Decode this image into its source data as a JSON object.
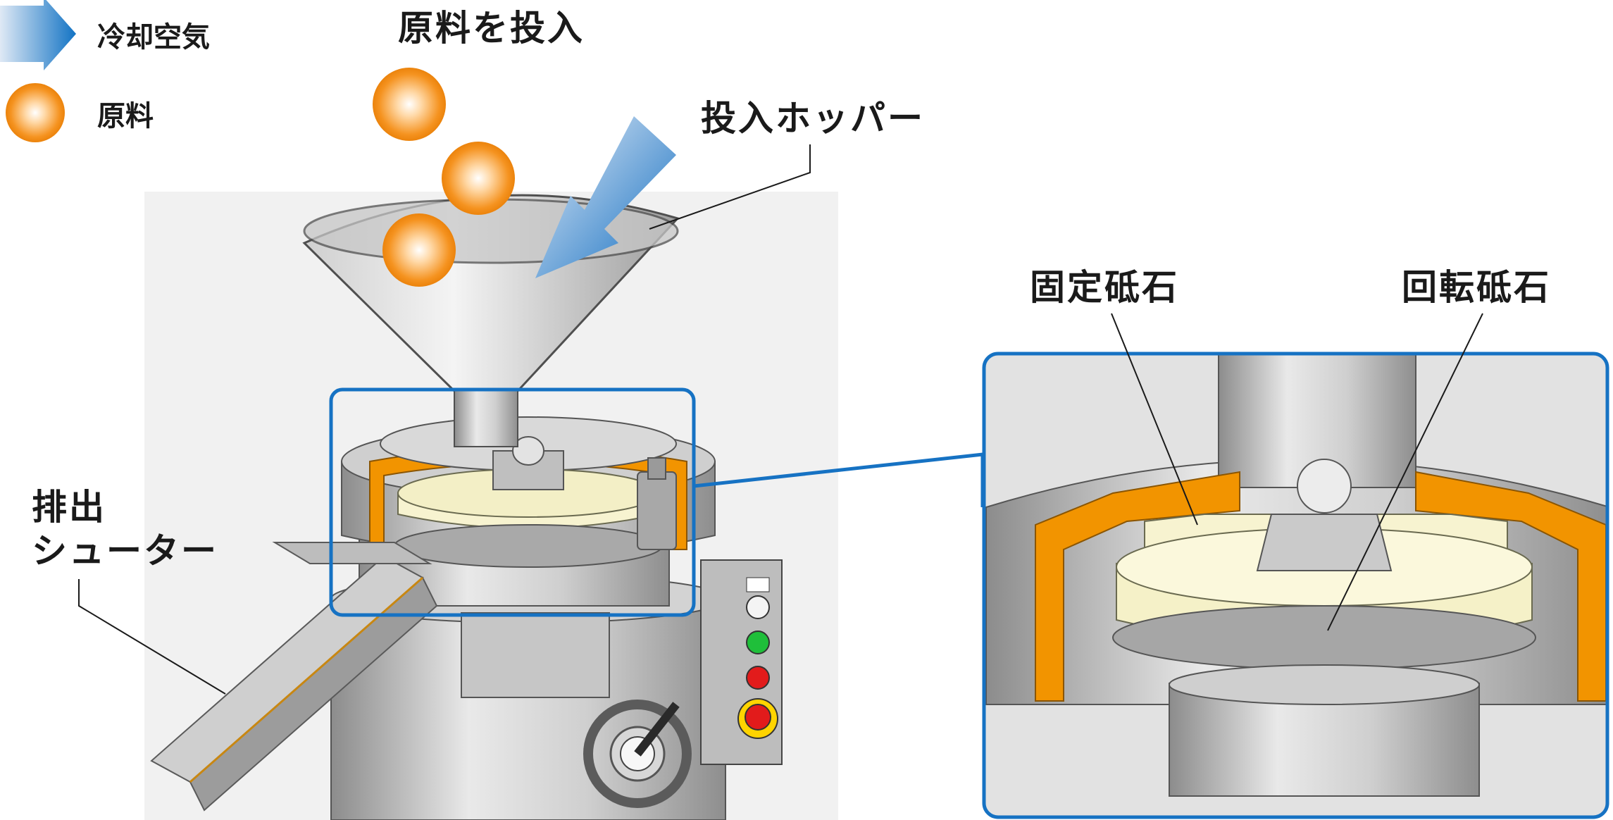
{
  "legend": {
    "cooling_air": "冷却空気",
    "material": "原料"
  },
  "labels": {
    "feed": "原料を投入",
    "hopper": "投入ホッパー",
    "discharge_line1": "排出",
    "discharge_line2": "シューター",
    "fixed_stone": "固定砥石",
    "rotating_stone": "回転砥石"
  },
  "colors": {
    "accent_blue": "#1672c3",
    "highlight_orange": "#f29400",
    "cream_stone": "#f7f3d0",
    "metal_gray": "#b9b9b9"
  }
}
